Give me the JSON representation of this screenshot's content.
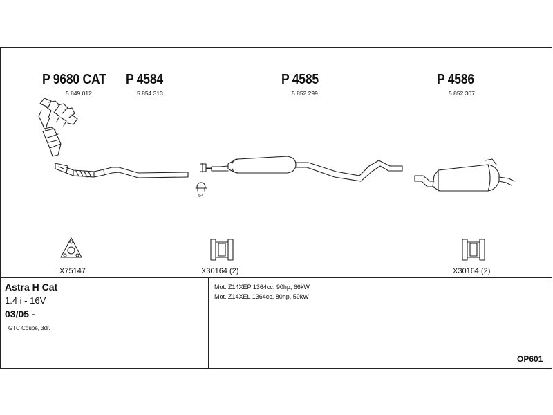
{
  "parts": [
    {
      "id": "p9680",
      "number": "P 9680 CAT",
      "ref": "5 849 012"
    },
    {
      "id": "p4584",
      "number": "P 4584",
      "ref": "5 854 313"
    },
    {
      "id": "p4585",
      "number": "P 4585",
      "ref": "5 852 299"
    },
    {
      "id": "p4586",
      "number": "P 4586",
      "ref": "5 852 307"
    }
  ],
  "accessories": [
    {
      "label": "X75147",
      "icon": "gasket-triangle-icon"
    },
    {
      "label": "X30164 (2)",
      "icon": "rubber-hanger-icon"
    },
    {
      "label": "X30164 (2)",
      "icon": "rubber-hanger-icon"
    }
  ],
  "clamp_label": "54",
  "vehicle": {
    "model": "Astra H Cat",
    "engine": "1.4 i - 16V",
    "date": "03/05 -",
    "body": "GTC Coupe, 3dr."
  },
  "motors": [
    "Mot. Z14XEP 1364cc, 90hp, 66kW",
    "Mot. Z14XEL 1364cc, 80hp, 59kW"
  ],
  "diagram_code": "OP601"
}
